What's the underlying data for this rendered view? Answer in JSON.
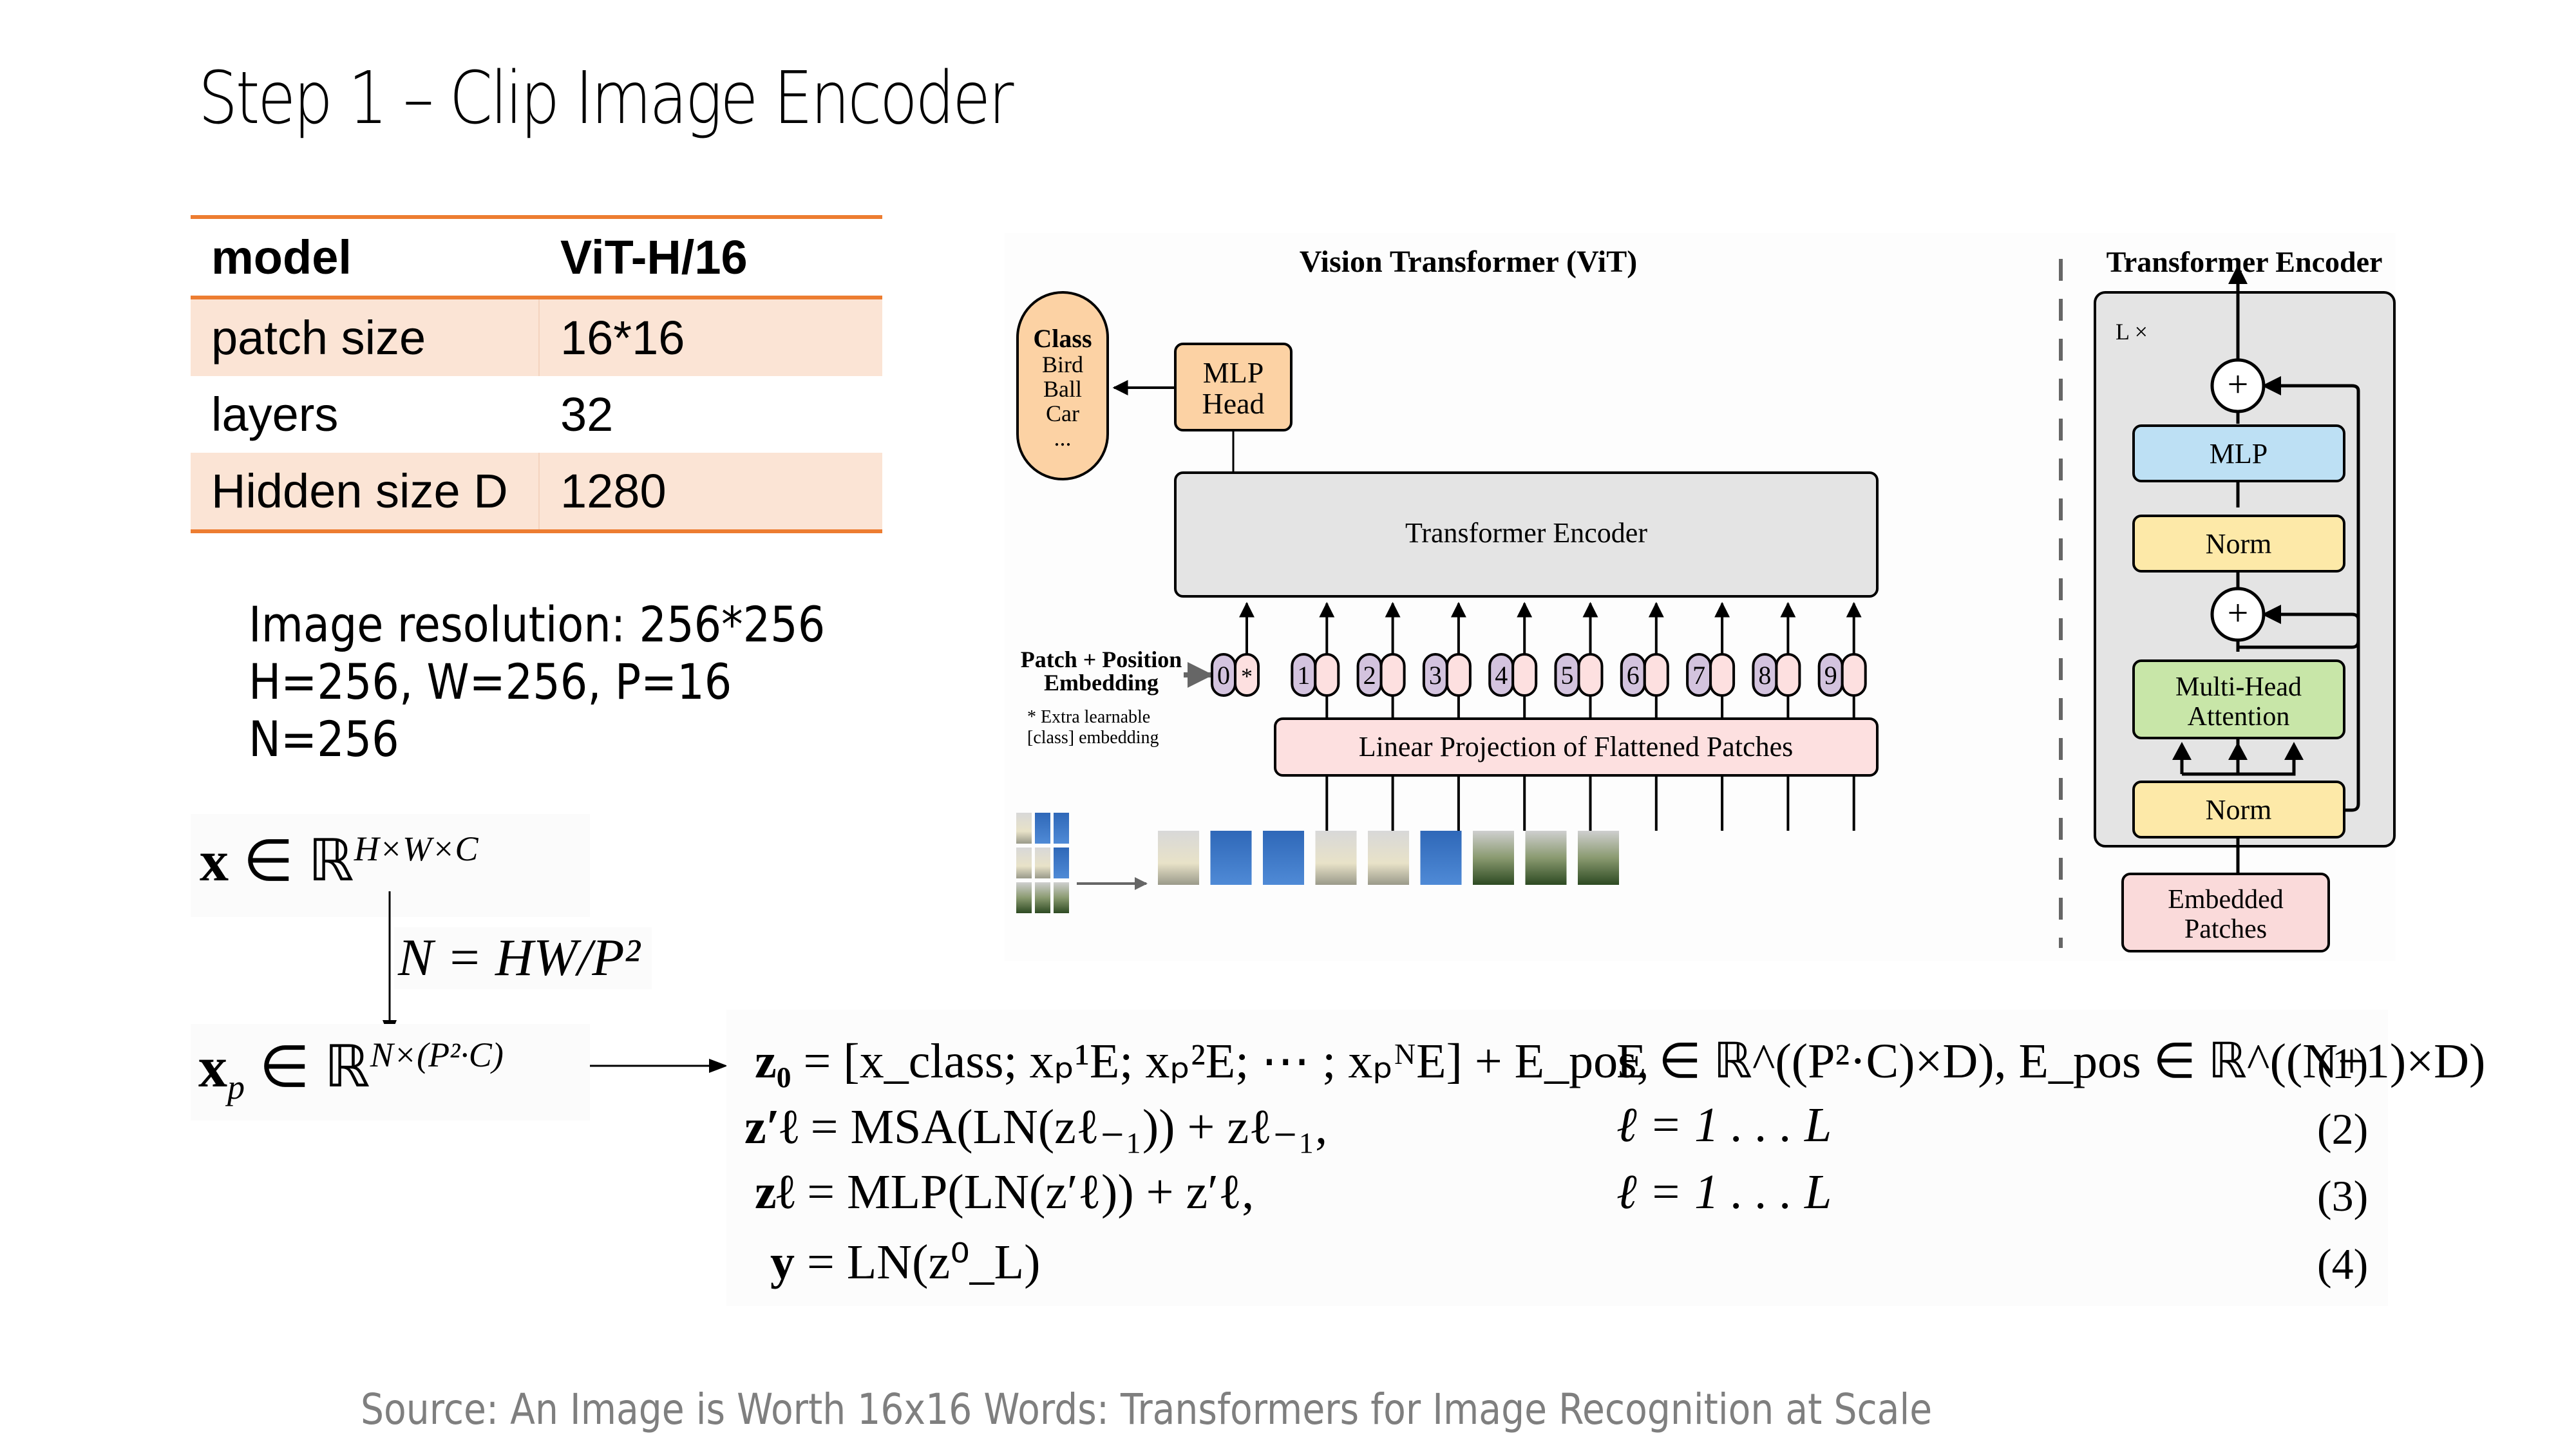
{
  "slide": {
    "title": "Step 1 – Clip Image Encoder",
    "source": "Source: An Image is Worth 16x16 Words: Transformers for Image Recognition at Scale"
  },
  "spec_table": {
    "header": [
      "model",
      "ViT-H/16"
    ],
    "rows": [
      [
        "patch size",
        "16*16"
      ],
      [
        "layers",
        "32"
      ],
      [
        "Hidden size D",
        "1280"
      ]
    ],
    "colors": {
      "accent": "#ed7d31",
      "band": "#fbe4d5"
    }
  },
  "resolution_notes": [
    "Image resolution: 256*256",
    "H=256, W=256, P=16",
    "N=256"
  ],
  "math": {
    "x_symbol": "x",
    "in": "∈",
    "reals": "ℝ",
    "x_dims": "H×W×C",
    "n_formula": "N = HW/P²",
    "xp_symbol": "x",
    "xp_sub": "p",
    "xp_dims": "N×(P²·C)"
  },
  "equations": [
    {
      "lhs": "z₀",
      "rhs": "= [x_class; xₚ¹E; xₚ²E; ⋯ ; xₚᴺE] + E_pos,",
      "cond": "E ∈ ℝ^((P²·C)×D), E_pos ∈ ℝ^((N+1)×D)",
      "num": "(1)"
    },
    {
      "lhs": "z′ℓ",
      "rhs": "= MSA(LN(zℓ₋₁)) + zℓ₋₁,",
      "cond": "ℓ = 1 . . . L",
      "num": "(2)"
    },
    {
      "lhs": "zℓ",
      "rhs": "= MLP(LN(z′ℓ)) + z′ℓ,",
      "cond": "ℓ = 1 . . . L",
      "num": "(3)"
    },
    {
      "lhs": "y",
      "rhs": "= LN(z⁰_L)",
      "cond": "",
      "num": "(4)"
    }
  ],
  "diagram": {
    "vit_title": "Vision Transformer (ViT)",
    "encoder_title": "Transformer Encoder",
    "class_box": {
      "title": "Class",
      "items": [
        "Bird",
        "Ball",
        "Car",
        "..."
      ]
    },
    "mlp_head": [
      "MLP",
      "Head"
    ],
    "transformer_encoder_label": "Transformer Encoder",
    "embedding_label": [
      "Patch + Position",
      "Embedding"
    ],
    "extra_note": [
      "* Extra learnable",
      "[class] embedding"
    ],
    "linear_projection": "Linear Projection of Flattened Patches",
    "tokens": [
      "0",
      "1",
      "2",
      "3",
      "4",
      "5",
      "6",
      "7",
      "8",
      "9"
    ],
    "class_token_marker": "*",
    "encoder_block": {
      "repeat_label": "L ×",
      "plus": "+",
      "mlp": "MLP",
      "norm_top": "Norm",
      "attention": [
        "Multi-Head",
        "Attention"
      ],
      "norm_bottom": "Norm",
      "input": [
        "Embedded",
        "Patches"
      ]
    },
    "colors": {
      "class_fill": "#fcd2a4",
      "mlp_head_fill": "#fcd2a4",
      "encoder_fill": "#e4e4e4",
      "position_fill": "#d3c3de",
      "patch_fill": "#fde0e0",
      "projection_fill": "#fde0e0",
      "mlp_fill": "#bde0f4",
      "norm_fill": "#fde9a8",
      "attention_fill": "#c8e6a8",
      "embedded_fill": "#fadada",
      "block_fill": "#e4e4e4"
    }
  }
}
